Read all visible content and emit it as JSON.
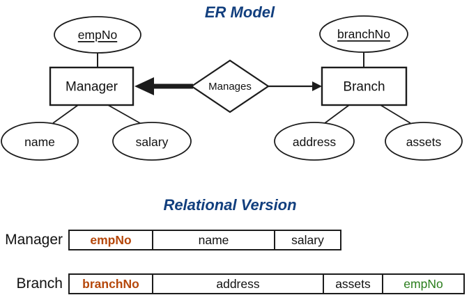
{
  "colors": {
    "title_blue": "#123f7e",
    "pk": "#b5470a",
    "fk": "#2a7d1c",
    "ink": "#1c1c1c"
  },
  "er_model": {
    "title": "ER Model",
    "relationship": "Manages",
    "manager": {
      "name": "Manager",
      "key_attribute": "empNo",
      "attributes": [
        "name",
        "salary"
      ]
    },
    "branch": {
      "name": "Branch",
      "key_attribute": "branchNo",
      "attributes": [
        "address",
        "assets"
      ]
    }
  },
  "relational": {
    "title": "Relational Version",
    "tables": [
      {
        "name": "Manager",
        "columns": [
          "empNo",
          "name",
          "salary"
        ]
      },
      {
        "name": "Branch",
        "columns": [
          "branchNo",
          "address",
          "assets",
          "empNo"
        ]
      }
    ]
  }
}
